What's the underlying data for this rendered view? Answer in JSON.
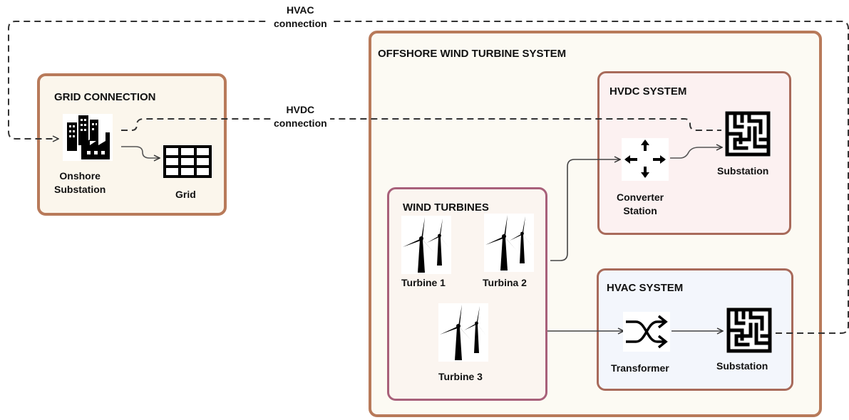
{
  "colors": {
    "box_border": "#b87a5a",
    "box_fill": "#fbf6ec",
    "offshore_fill": "#fcfaf3",
    "hvdc_fill": "#fcf1f1",
    "hvac_fill": "#f3f6fc",
    "line": "#333333",
    "icon": "#000000"
  },
  "connections": {
    "hvac": [
      "HVAC",
      "connection"
    ],
    "hvdc": [
      "HVDC",
      "connection"
    ]
  },
  "grid_connection": {
    "title": "GRID CONNECTION",
    "onshore_substation": {
      "icon": "factory-buildings-icon",
      "label": [
        "Onshore",
        "Substation"
      ]
    },
    "grid": {
      "icon": "grid-table-icon",
      "label": "Grid"
    }
  },
  "offshore_system": {
    "title": "OFFSHORE WIND TURBINE SYSTEM",
    "wind_turbines": {
      "title": "WIND TURBINES",
      "turbines": [
        {
          "icon": "wind-turbine-icon",
          "label": "Turbine 1"
        },
        {
          "icon": "wind-turbine-icon",
          "label": "Turbina 2"
        },
        {
          "icon": "wind-turbine-icon",
          "label": "Turbine 3"
        }
      ]
    },
    "hvdc_system": {
      "title": "HVDC SYSTEM",
      "converter_station": {
        "icon": "converter-arrows-icon",
        "label": [
          "Converter",
          "Station"
        ]
      },
      "substation": {
        "icon": "maze-substation-icon",
        "label": "Substation"
      }
    },
    "hvac_system": {
      "title": "HVAC SYSTEM",
      "transformer": {
        "icon": "shuffle-transformer-icon",
        "label": "Transformer"
      },
      "substation": {
        "icon": "maze-substation-icon",
        "label": "Substation"
      }
    }
  }
}
